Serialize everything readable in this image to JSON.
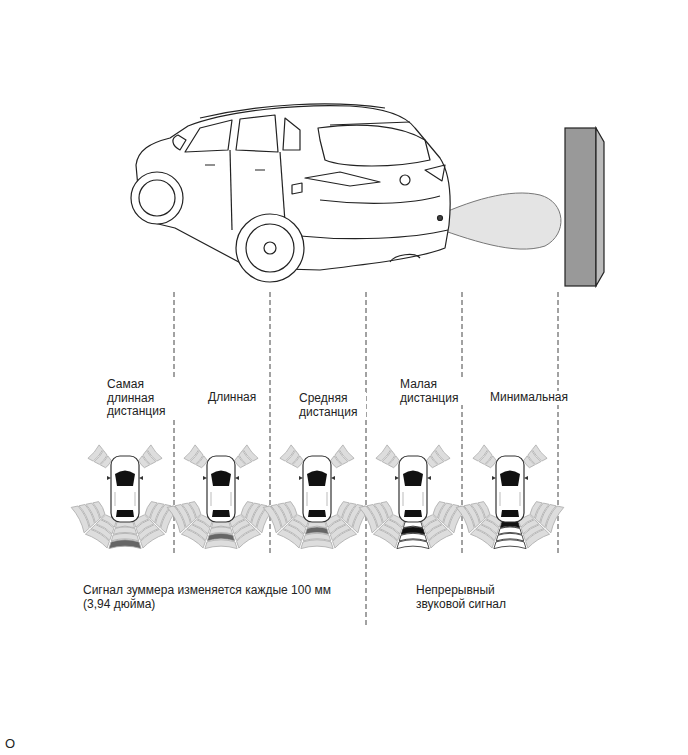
{
  "diagram": {
    "labels": [
      "Самая длинная дистанция",
      "Длинная",
      "Средняя дистанция",
      "Малая дистанция",
      "Минимальная",
      "Сигнал зуммера изменяется каждые 100 мм (3,94 дюйма)",
      "Непрерывный звуковой сигнал",
      "O"
    ]
  }
}
